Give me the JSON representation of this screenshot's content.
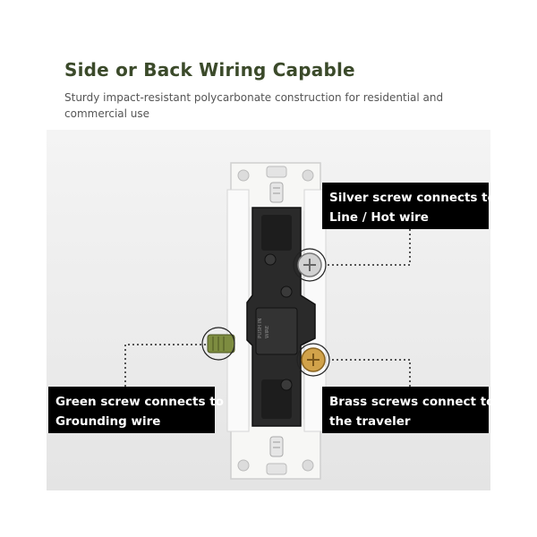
{
  "header": {
    "title": "Side or Back Wiring Capable",
    "subtitle": "Sturdy impact-resistant polycarbonate construction for residential and commercial use"
  },
  "callouts": {
    "silver": {
      "line1": "Silver screw connects to",
      "line2": "Line / Hot wire"
    },
    "green": {
      "line1": "Green screw connects to",
      "line2": "Grounding wire"
    },
    "brass": {
      "line1": "Brass screws connect to",
      "line2": "the traveler"
    }
  },
  "device_markings": [
    "PUSH IN",
    "WIRE"
  ],
  "colors": {
    "title": "#3b4a2a",
    "callout_bg": "#000000",
    "callout_text": "#ffffff",
    "screw_silver": "#c9c9c9",
    "screw_green": "#6e7f3a",
    "screw_brass": "#c79a3a"
  }
}
